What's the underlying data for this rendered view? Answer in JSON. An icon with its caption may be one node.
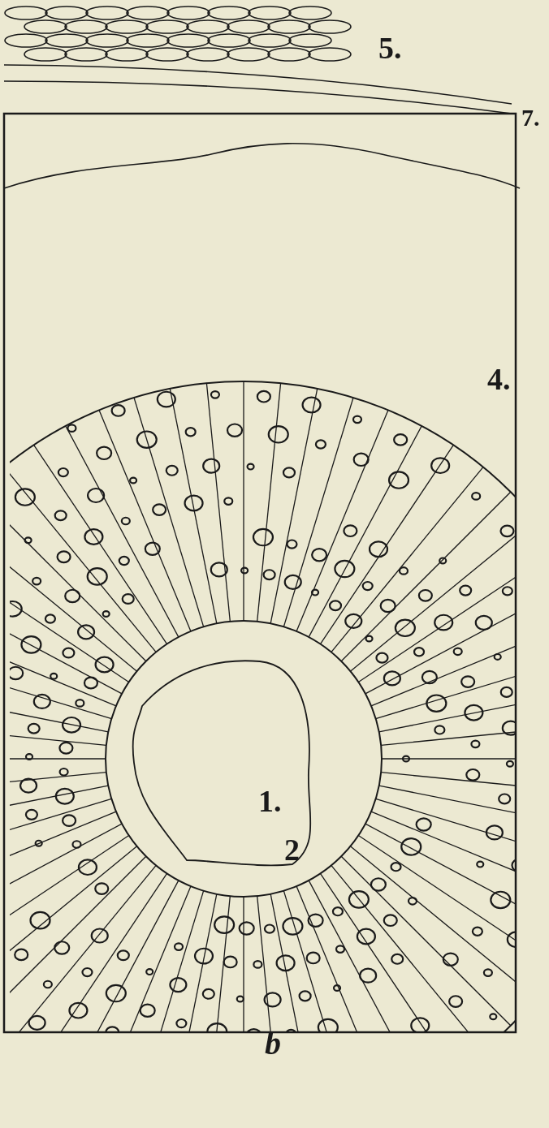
{
  "diagram": {
    "labels": [
      "5.",
      "7.",
      "4.",
      "1.",
      "2",
      "b"
    ]
  }
}
